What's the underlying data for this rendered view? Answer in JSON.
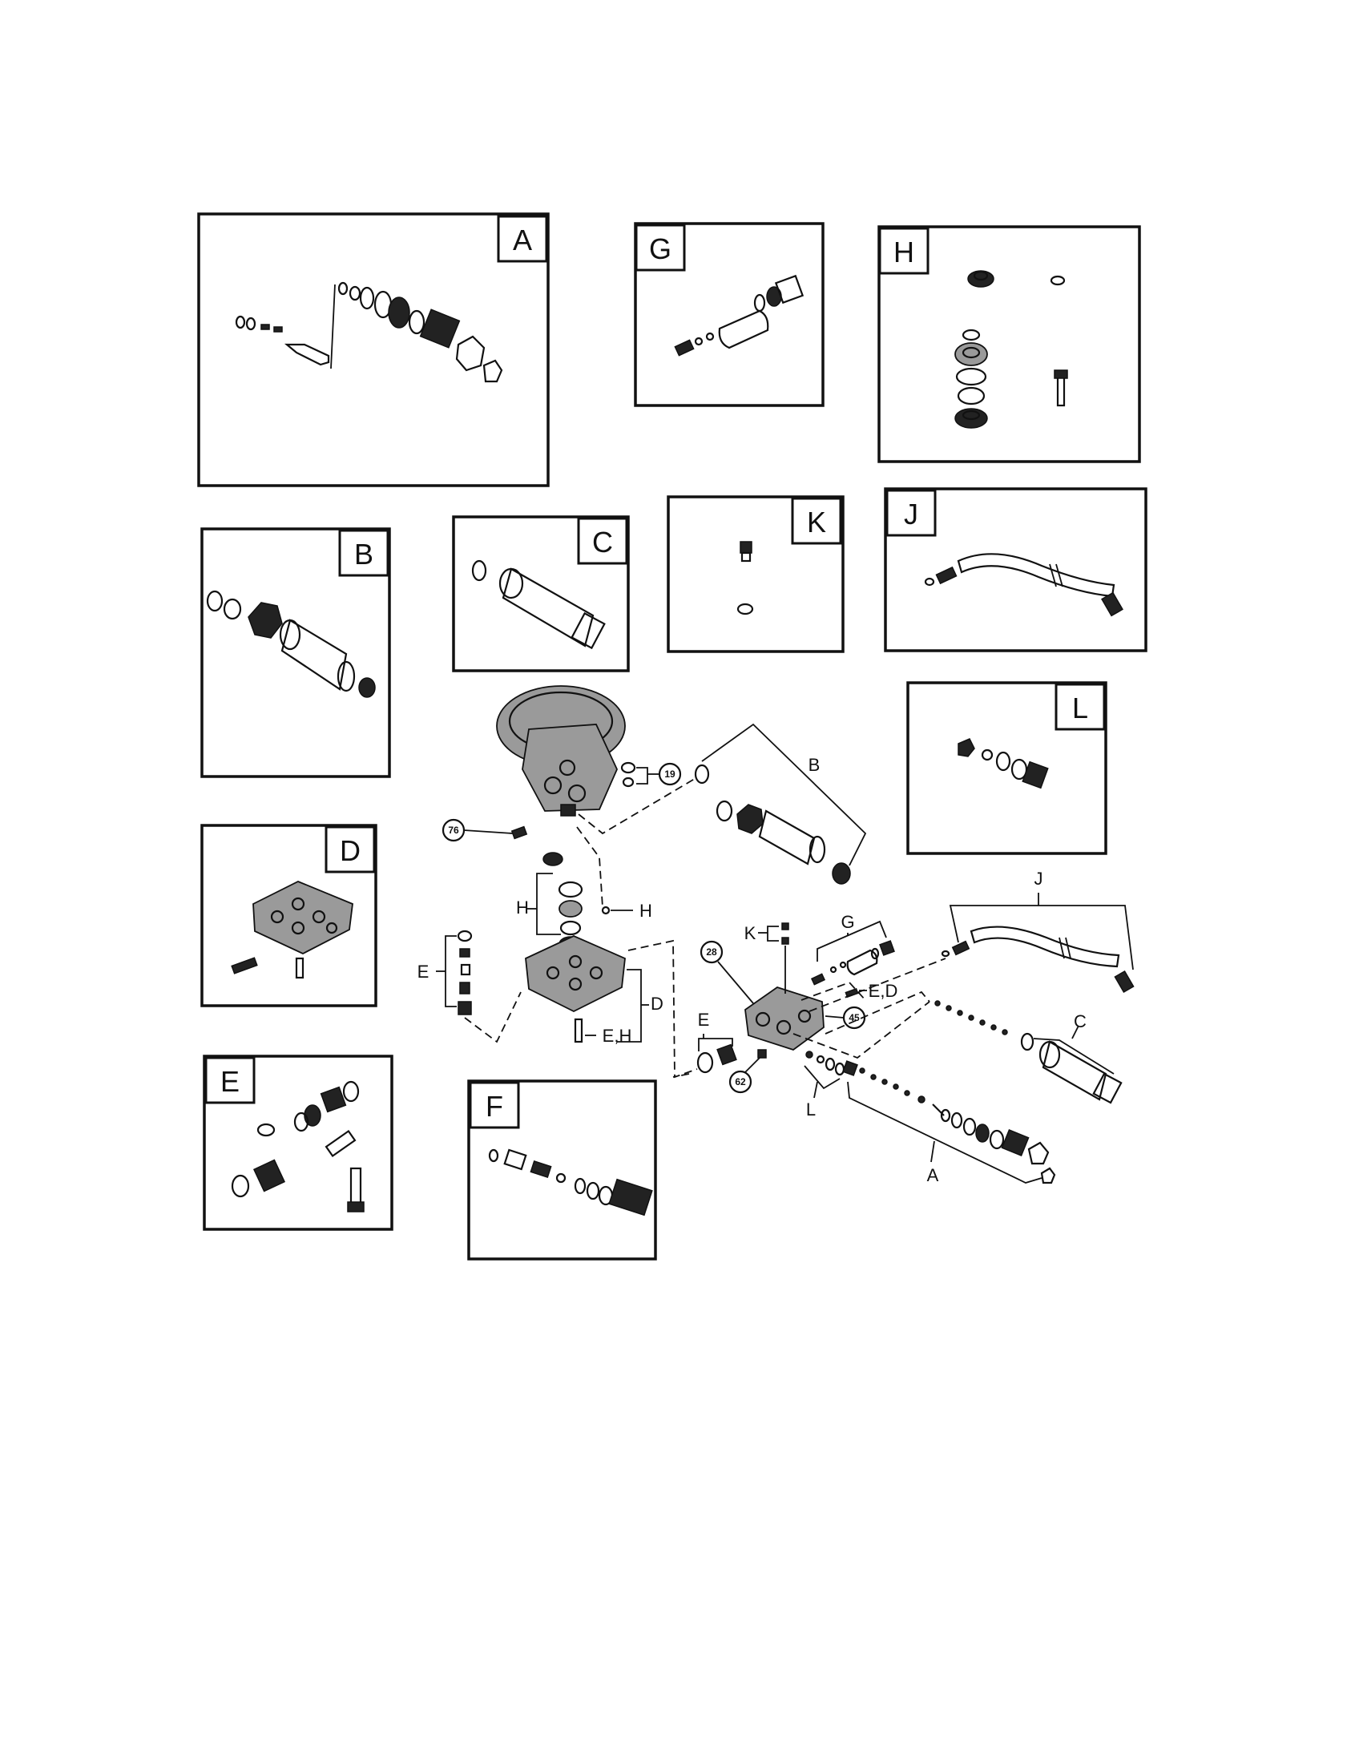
{
  "panels": [
    {
      "id": "A",
      "label": "A"
    },
    {
      "id": "G",
      "label": "G"
    },
    {
      "id": "H",
      "label": "H"
    },
    {
      "id": "B",
      "label": "B"
    },
    {
      "id": "C",
      "label": "C"
    },
    {
      "id": "K",
      "label": "K"
    },
    {
      "id": "J",
      "label": "J"
    },
    {
      "id": "L",
      "label": "L"
    },
    {
      "id": "D",
      "label": "D"
    },
    {
      "id": "E",
      "label": "E"
    },
    {
      "id": "F",
      "label": "F"
    }
  ],
  "assembly": {
    "callouts": {
      "B": "B",
      "H_left": "H",
      "H_right": "H",
      "E_left": "E",
      "D": "D",
      "EH": "E,H",
      "K": "K",
      "G": "G",
      "ED": "E,D",
      "J": "J",
      "C": "C",
      "E_right": "E",
      "L": "L",
      "A": "A"
    },
    "numbered_parts": {
      "p19": "19",
      "p76": "76",
      "p28": "28",
      "p45": "45",
      "p62": "62"
    }
  }
}
